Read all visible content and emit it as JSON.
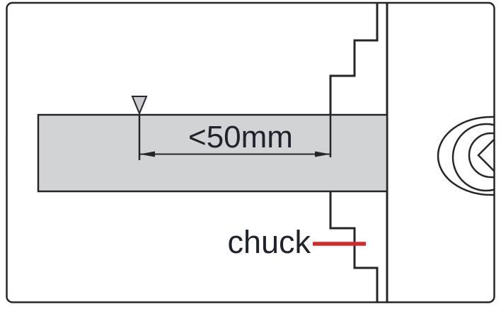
{
  "diagram": {
    "kind": "lathe-chuck-workpiece-overhang-diagram",
    "dimension": {
      "label": "<50mm"
    },
    "chuck": {
      "label": "chuck"
    },
    "icons": {
      "tool_marker": "inverted-triangle-marker"
    },
    "colors": {
      "outline": "#26262a",
      "workpiece_fill": "#d2d3d5",
      "marker_fill": "#c9cacd",
      "leader_red": "#d9262b",
      "text": "#1f232b"
    }
  }
}
